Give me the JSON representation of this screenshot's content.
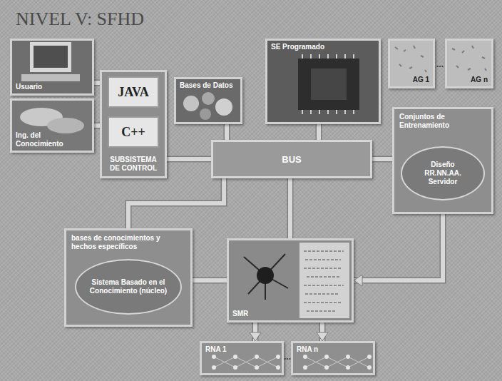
{
  "diagram": {
    "title": "NIVEL V: SFHD",
    "nodes": [
      {
        "text": [
          "Usuario"
        ]
      },
      {
        "text": [
          "SUBSISTEMA DE CONTROL"
        ]
      },
      {
        "text": [
          "JAVA"
        ],
        "in": 1
      },
      {
        "text": [
          "C++"
        ],
        "in": 1
      },
      {
        "text": [
          "Bases de Datos"
        ]
      },
      {
        "text": [
          "SE Programado"
        ]
      },
      {
        "text": [
          "AG 1"
        ]
      },
      {
        "text": [
          "AG n"
        ]
      },
      {
        "text": [
          "Ing. del Conocimiento"
        ]
      },
      {
        "text": [
          "BUS"
        ]
      },
      {
        "text": [
          "Conjuntos de Entrenamiento"
        ]
      },
      {
        "text": [
          "Diseño RR.NN.AA. Servidor"
        ],
        "in": 10
      },
      {
        "text": [
          "bases de conocimientos y hechos específicos"
        ]
      },
      {
        "text": [
          "Sistema Basado en el Conocimiento (núcleo)"
        ],
        "in": 12
      },
      {
        "text": [
          "SMR"
        ]
      },
      {
        "text": [
          "RNA 1"
        ]
      },
      {
        "text": [
          "RNA n"
        ]
      }
    ],
    "edges": [
      {
        "from": 0,
        "to": 1,
        "arrow": "none"
      },
      {
        "from": 8,
        "to": 1,
        "arrow": "none"
      },
      {
        "from": 1,
        "to": 9,
        "arrow": "none"
      },
      {
        "from": 4,
        "to": 9,
        "arrow": "none"
      },
      {
        "from": 5,
        "to": 9,
        "arrow": "none"
      },
      {
        "from": 9,
        "to": 10,
        "arrow": "none"
      },
      {
        "from": 9,
        "to": 12,
        "arrow": "none"
      },
      {
        "from": 9,
        "to": 14,
        "arrow": "none"
      },
      {
        "from": 12,
        "to": 14,
        "arrow": "none"
      },
      {
        "from": 10,
        "to": 14,
        "arrow": "to"
      },
      {
        "from": 14,
        "to": 15,
        "arrow": "to"
      },
      {
        "from": 14,
        "to": 16,
        "arrow": "to"
      }
    ],
    "labels": [
      "...",
      "..."
    ]
  }
}
